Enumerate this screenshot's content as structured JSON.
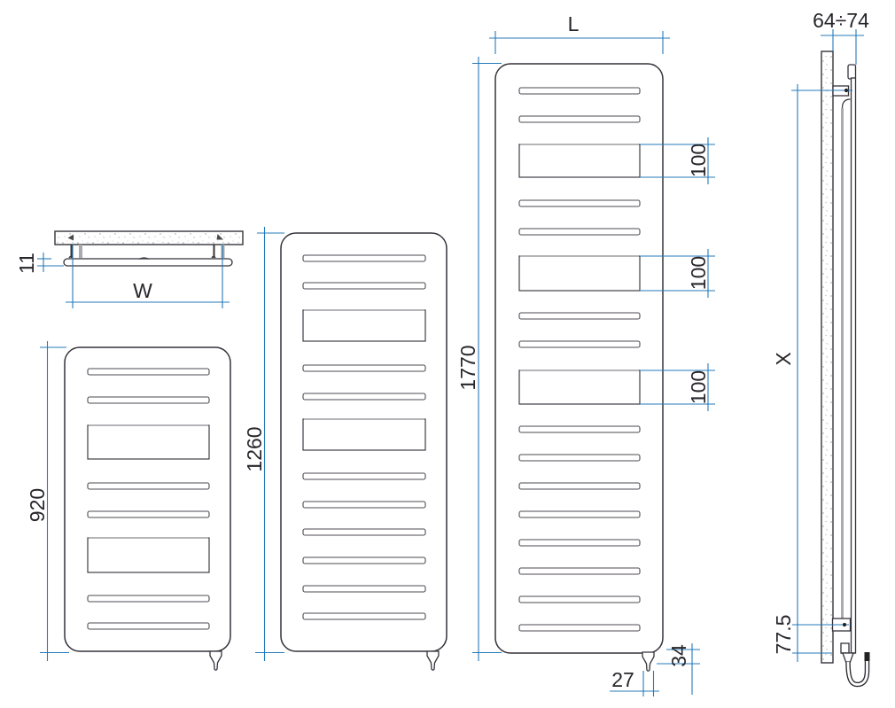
{
  "drawing": {
    "type": "radiator-technical-drawing",
    "views": {
      "top": {
        "labels": {
          "depth": "11",
          "width": "W"
        }
      },
      "front_small": {
        "labels": {
          "height": "920"
        }
      },
      "front_medium": {
        "labels": {
          "height": "1260"
        }
      },
      "front_tall": {
        "labels": {
          "height": "1770",
          "width": "L",
          "slot_dims": [
            "100",
            "100",
            "100"
          ],
          "gland_width": "27",
          "gland_drop": "34"
        }
      },
      "side": {
        "labels": {
          "wall_distance": "64÷74",
          "fixing_span": "X",
          "bottom_offset": "77.5"
        }
      }
    },
    "colors": {
      "dimension_blue": "#2579ba",
      "line_black": "#35323a",
      "line_gray": "#a9abae"
    }
  }
}
